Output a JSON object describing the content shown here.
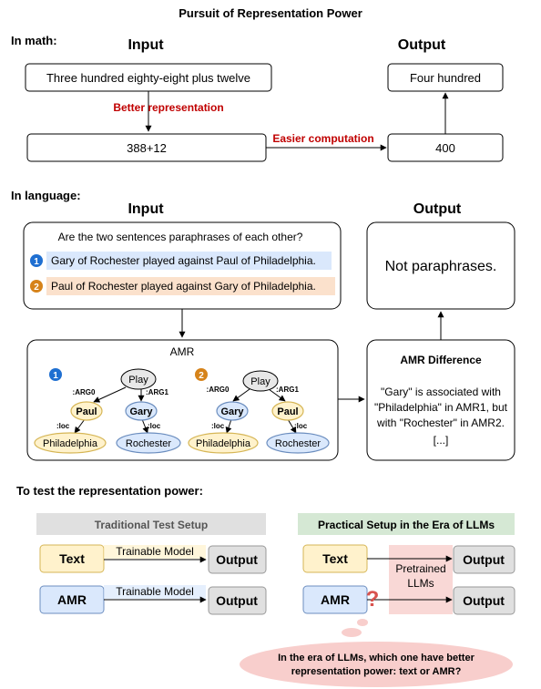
{
  "title": "Pursuit of Representation Power",
  "math": {
    "label": "In math:",
    "input_header": "Input",
    "output_header": "Output",
    "input_text": "Three hundred eighty-eight plus twelve",
    "better_rep": "Better representation",
    "expr": "388+12",
    "easier": "Easier computation",
    "result": "400",
    "output_text": "Four hundred"
  },
  "language": {
    "label": "In language:",
    "input_header": "Input",
    "output_header": "Output",
    "question": "Are the two sentences paraphrases of each other?",
    "s1_num": "1",
    "s1": "Gary of Rochester played against Paul of Philadelphia.",
    "s2_num": "2",
    "s2": "Paul of Rochester played against Gary of Philadelphia.",
    "output_text": "Not paraphrases.",
    "amr_title": "AMR",
    "amr1": {
      "num": "1",
      "root": "Play",
      "arg0_label": ":ARG0",
      "arg1_label": ":ARG1",
      "arg0": "Paul",
      "arg1": "Gary",
      "loc_label_left": ":loc",
      "loc_label_right": ":loc",
      "loc0": "Philadelphia",
      "loc1": "Rochester"
    },
    "amr2": {
      "num": "2",
      "root": "Play",
      "arg0_label": ":ARG0",
      "arg1_label": ":ARG1",
      "arg0": "Gary",
      "arg1": "Paul",
      "loc_label_left": ":loc",
      "loc_label_right": ":loc",
      "loc0": "Philadelphia",
      "loc1": "Rochester"
    },
    "diff_title": "AMR Difference",
    "diff_lines": [
      "\"Gary\" is associated with",
      "\"Philadelphia\" in AMR1, but",
      "with \"Rochester\" in AMR2.",
      "[...]"
    ]
  },
  "test": {
    "heading": "To test the representation power:",
    "traditional": {
      "title": "Traditional Test Setup",
      "text": "Text",
      "amr": "AMR",
      "model": "Trainable Model",
      "model2": "Trainable Model",
      "out1": "Output",
      "out2": "Output"
    },
    "practical": {
      "title": "Practical Setup in the Era of LLMs",
      "text": "Text",
      "amr": "AMR",
      "llm_line1": "Pretrained",
      "llm_line2": "LLMs",
      "question_mark": "?",
      "out1": "Output",
      "out2": "Output"
    },
    "cloud_line1": "In the era of LLMs, which one have better",
    "cloud_line2": "representation power: text or AMR?"
  },
  "colors": {
    "red": "#c00000",
    "blue_fill": "#dae8fc",
    "blue_stroke": "#6c8ebf",
    "orange_fill": "#fbe1cc",
    "yellow_fill": "#fff2cc",
    "yellow_stroke": "#d6b656",
    "gray_fill": "#e0e0e0",
    "green_fill": "#d5e8d4",
    "pink_fill": "#f8cecc",
    "badge_blue": "#1f6fd1",
    "badge_orange": "#d6831a"
  }
}
